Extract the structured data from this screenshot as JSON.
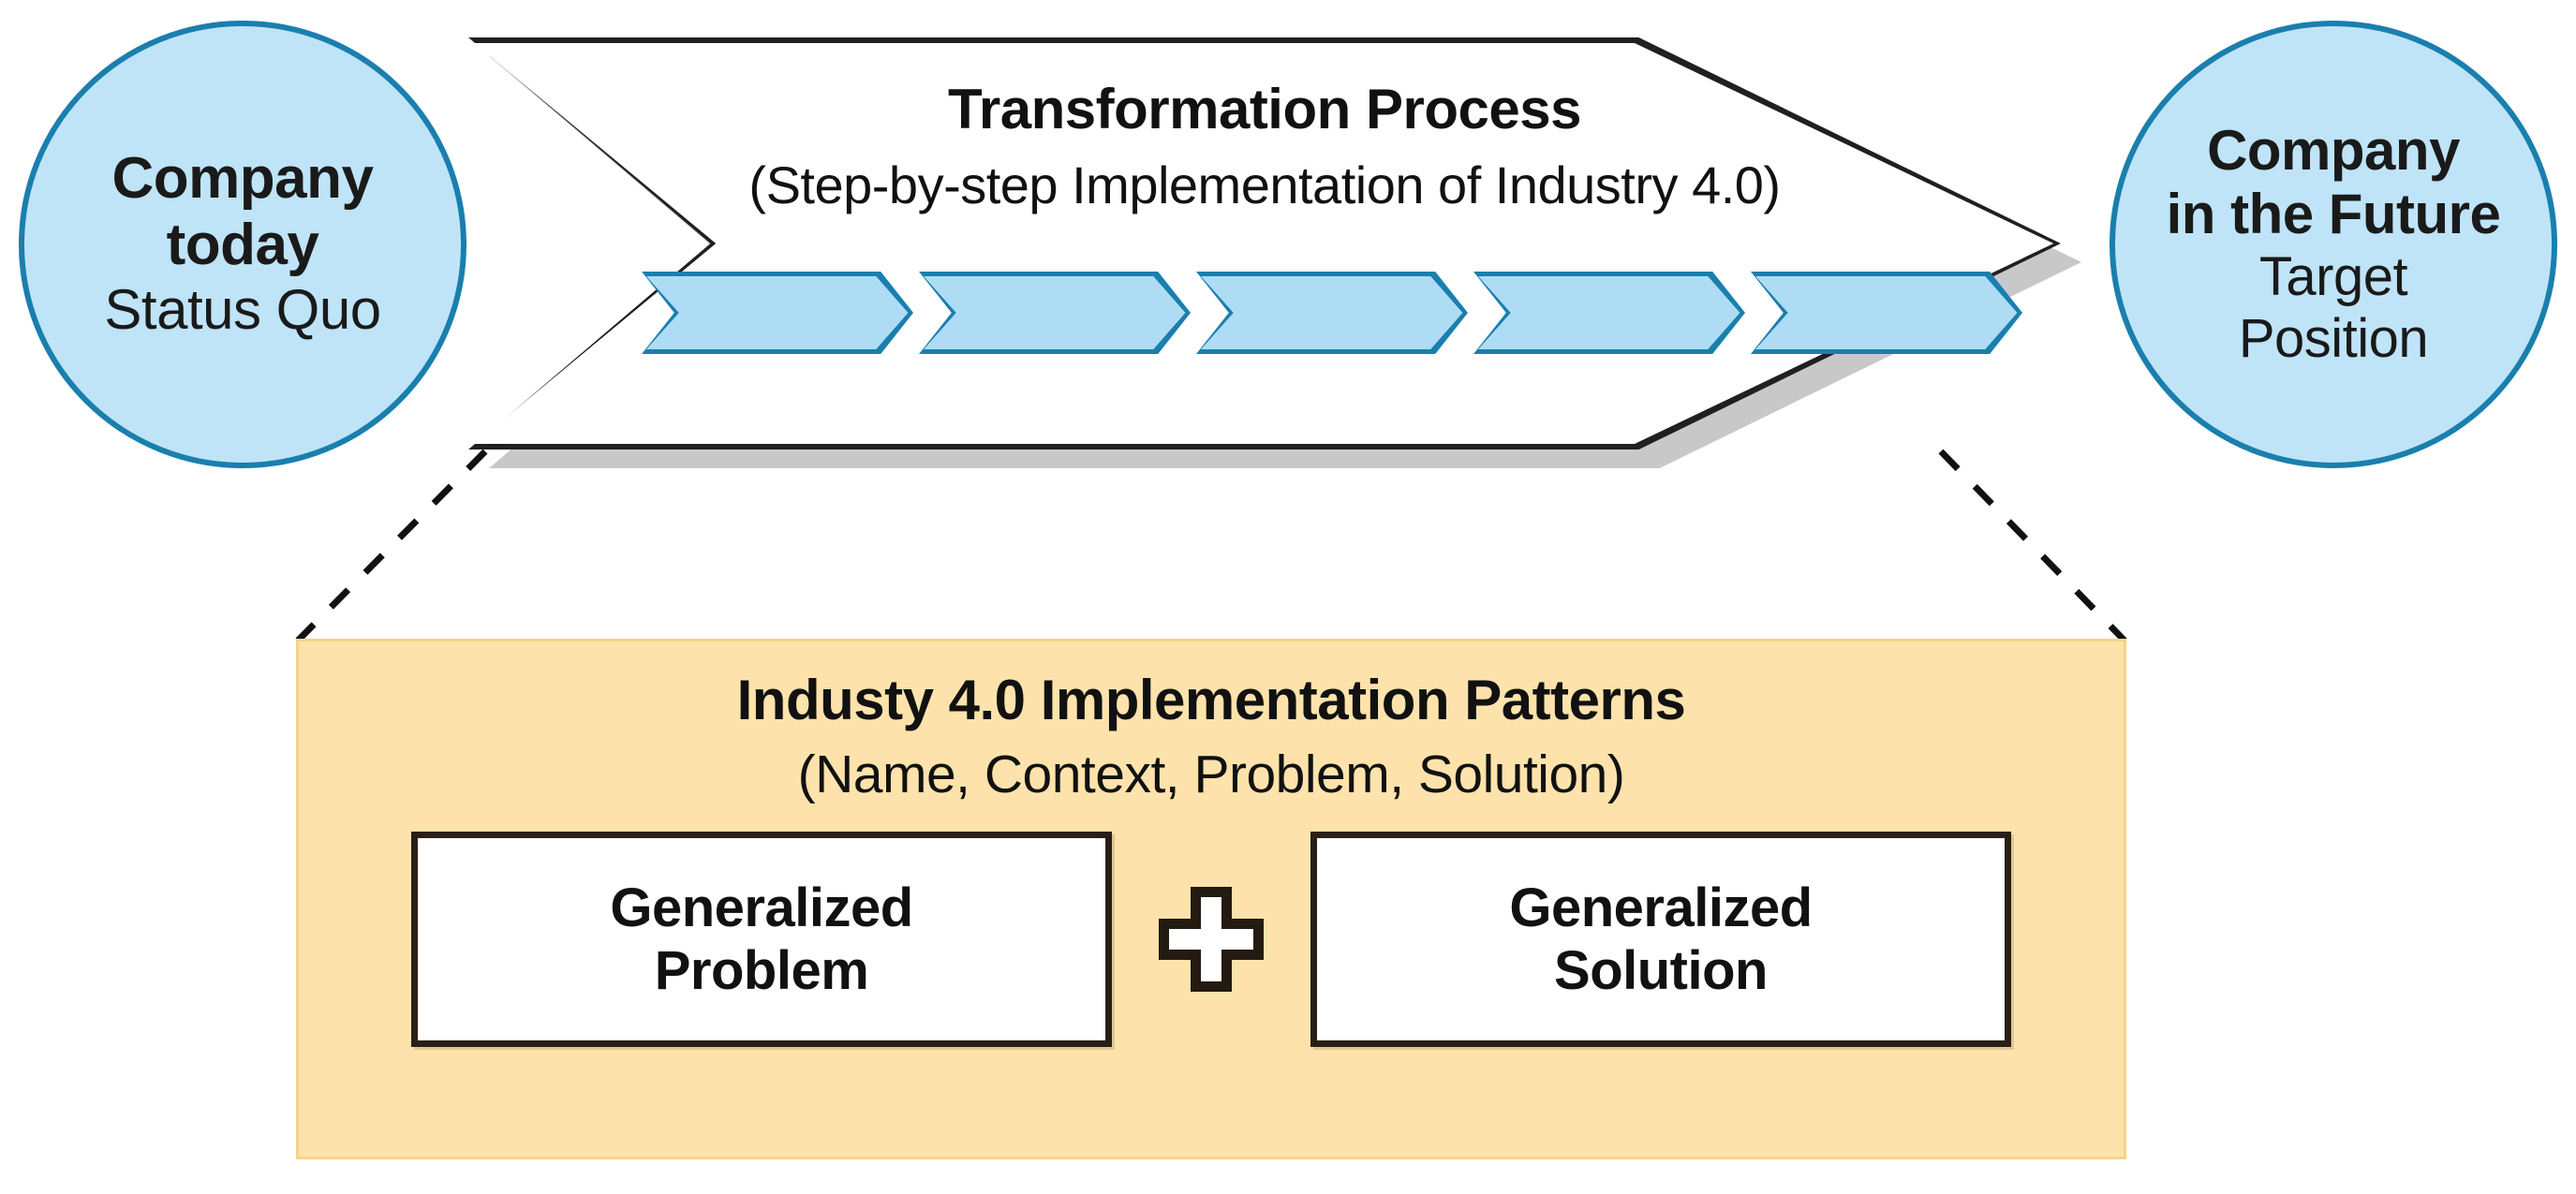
{
  "diagram": {
    "left_circle": {
      "line1": "Company",
      "line2": "today",
      "line3": "Status Quo"
    },
    "banner": {
      "title": "Transformation Process",
      "subtitle": "(Step-by-step Implementation of Industry 4.0)",
      "step_count": 5,
      "step_labels": [
        "",
        "",
        "",
        "",
        ""
      ]
    },
    "right_circle": {
      "line1": "Company",
      "line2": "in the Future",
      "line3": "Target",
      "line4": "Position"
    },
    "pattern_panel": {
      "title": "Industy 4.0 Implementation Patterns",
      "subtitle": "(Name, Context, Problem, Solution)",
      "left_box": {
        "line1": "Generalized",
        "line2": "Problem"
      },
      "operator": "+",
      "right_box": {
        "line1": "Generalized",
        "line2": "Solution"
      }
    }
  },
  "colors": {
    "circle_fill": "#bfe4f7",
    "circle_stroke": "#1a7fae",
    "step_fill": "#aedcf5",
    "step_stroke": "#1a7fae",
    "banner_fill": "#ffffff",
    "banner_stroke": "#202020",
    "banner_shadow": "#c8c8c8",
    "panel_fill": "#fde3ab",
    "panel_stroke": "#f6d389",
    "box_fill": "#ffffff",
    "box_stroke": "#2a1f16",
    "text": "#111111"
  }
}
